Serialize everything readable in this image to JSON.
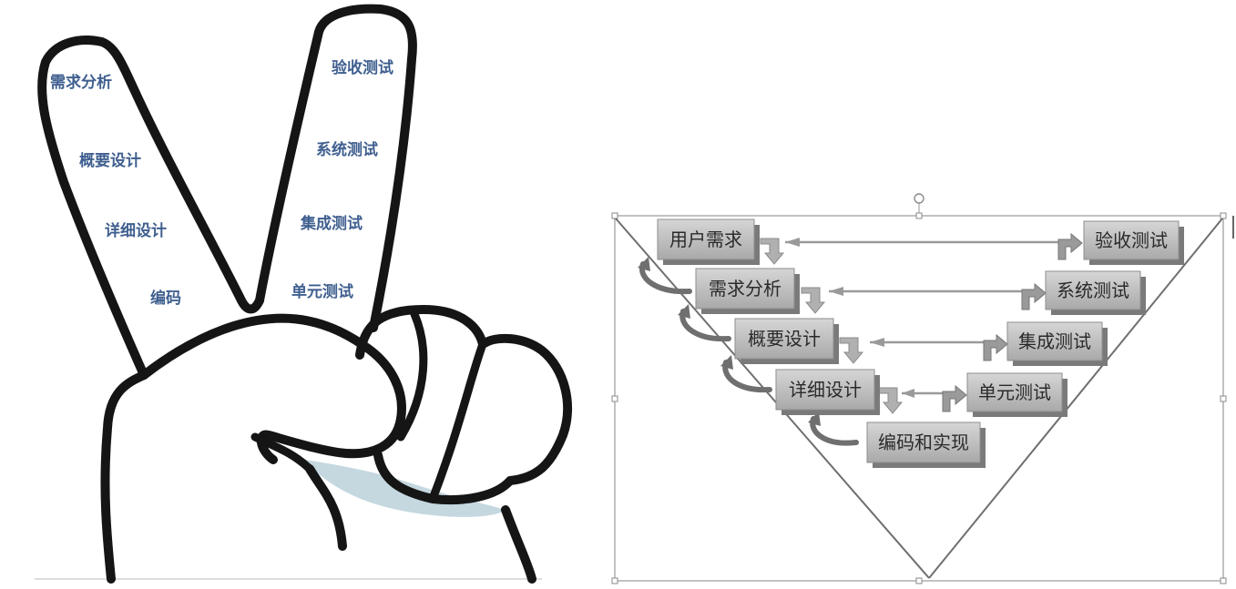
{
  "hand_diagram": {
    "left_finger": [
      "需求分析",
      "概要设计",
      "详细设计",
      "编码"
    ],
    "right_finger": [
      "验收测试",
      "系统测试",
      "集成测试",
      "单元测试"
    ]
  },
  "v_model": {
    "development": [
      "用户需求",
      "需求分析",
      "概要设计",
      "详细设计",
      "编码和实现"
    ],
    "testing": [
      "验收测试",
      "系统测试",
      "集成测试",
      "单元测试"
    ]
  }
}
